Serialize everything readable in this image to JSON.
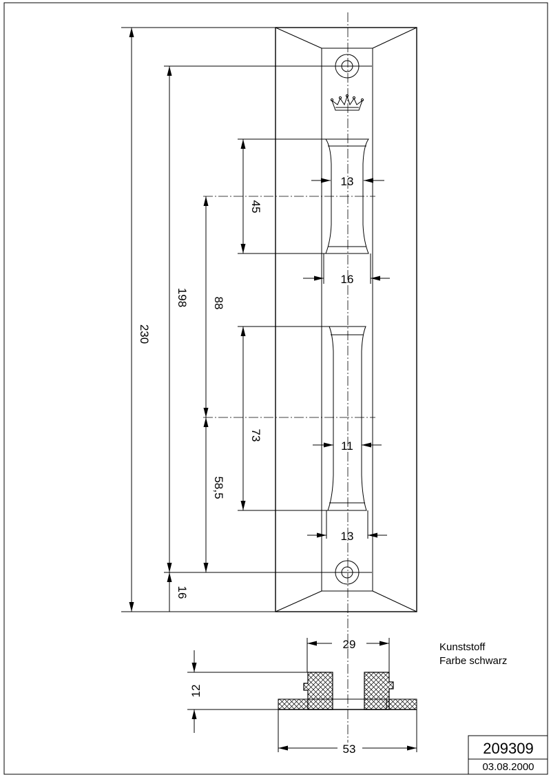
{
  "dimensions": {
    "overall_length": "230",
    "hole_spacing": "198",
    "grip_center_spacing": "88",
    "upper_grip_length": "45",
    "upper_grip_width_top": "13",
    "upper_grip_width_base": "16",
    "lower_grip_length": "73",
    "lower_grip_offset": "58,5",
    "lower_grip_width_mid": "11",
    "lower_grip_width_base": "13",
    "end_offset": "16",
    "section_top_width": "29",
    "section_height": "12",
    "section_base_width": "53"
  },
  "notes": {
    "material": "Kunststoff",
    "color": "Farbe schwarz"
  },
  "title_block": {
    "drawing_number": "209309",
    "date": "03.08.2000"
  },
  "colors": {
    "line": "#000000",
    "background": "#ffffff"
  }
}
